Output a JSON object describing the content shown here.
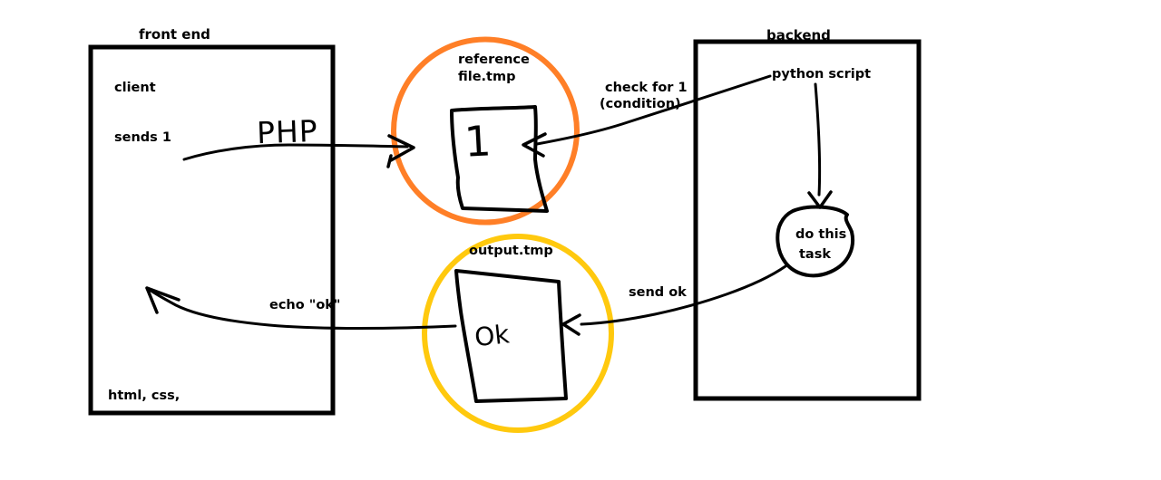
{
  "canvas": {
    "background": "#ffffff"
  },
  "colors": {
    "ink": "#000000",
    "reference_circle": "#ff7f27",
    "output_circle": "#ffc90e"
  },
  "frontend": {
    "title": "front end",
    "client": "client",
    "sends": "sends 1",
    "tech": "html, css,"
  },
  "backend": {
    "title": "backend",
    "script": "python script",
    "task_line1": "do this",
    "task_line2": "task"
  },
  "reference": {
    "label_line1": "reference",
    "label_line2": "file.tmp",
    "content": "1"
  },
  "output": {
    "label": "output.tmp",
    "content": "Ok"
  },
  "edges": {
    "php": "PHP",
    "check_line1": "check for 1",
    "check_line2": "(condition)",
    "send": "send ok",
    "echo": "echo \"ok\""
  }
}
